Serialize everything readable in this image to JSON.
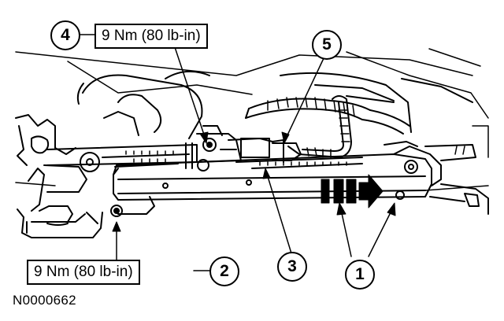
{
  "figure_id": "N0000662",
  "callouts": [
    {
      "number": "1"
    },
    {
      "number": "2"
    },
    {
      "number": "3"
    },
    {
      "number": "4"
    },
    {
      "number": "5"
    }
  ],
  "torque_labels": {
    "upper": "9 Nm (80 lb-in)",
    "lower": "9 Nm (80 lb-in)"
  },
  "colors": {
    "line": "#000000",
    "background": "#ffffff"
  }
}
